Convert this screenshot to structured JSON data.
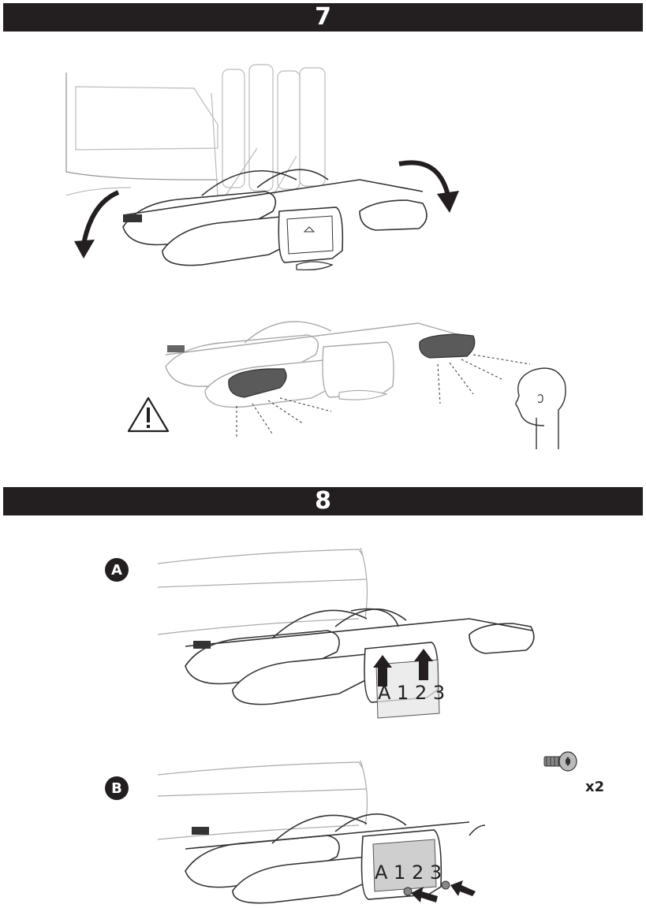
{
  "steps": [
    {
      "number": "7"
    },
    {
      "number": "8"
    }
  ],
  "sub_steps": [
    {
      "label": "A",
      "plate_text": "A 1 2 3"
    },
    {
      "label": "B",
      "plate_text": "A 1 2 3"
    }
  ],
  "hardware": {
    "quantity": "x2"
  },
  "colors": {
    "bar": "#231f20",
    "line": "#333333",
    "highlight": "#5a5a5a"
  }
}
